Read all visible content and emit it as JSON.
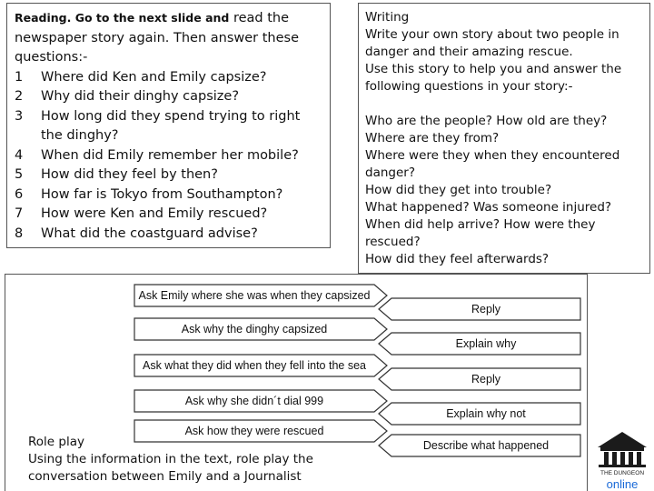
{
  "reading": {
    "heading_bold": "Reading.  Go to the next slide and",
    "heading_rest": " read the",
    "intro": "newspaper story again.  Then answer these questions:-",
    "questions": [
      {
        "num": "1",
        "text": "Where did Ken and Emily capsize?"
      },
      {
        "num": "2",
        "text": "Why did their dinghy capsize?"
      },
      {
        "num": "3",
        "text": "How long did they spend trying to right the dinghy?"
      },
      {
        "num": "4",
        "text": "When did Emily remember her mobile?"
      },
      {
        "num": "5",
        "text": "How did they feel by then?"
      },
      {
        "num": "6",
        "text": "How far is Tokyo from Southampton?"
      },
      {
        "num": "7",
        "text": "How were Ken and Emily rescued?"
      },
      {
        "num": "8",
        "text": "What did the coastguard advise?"
      }
    ]
  },
  "writing": {
    "title": "Writing",
    "intro_lines": [
      "Write your own story about two people in danger and their amazing rescue.",
      "Use this story to help you and answer the following questions in your story:-"
    ],
    "questions": [
      "Who are the people? How old are they? Where are they from?",
      "Where were they when they encountered danger?",
      "How did they get into trouble?",
      "What happened? Was someone injured?",
      "When did help arrive? How were they rescued?",
      "How did they feel afterwards?"
    ]
  },
  "journalist_prompts": [
    "Ask Emily where she was when they capsized",
    "Ask why the dinghy capsized",
    "Ask what they did when they fell into the sea",
    "Ask why she didn´t dial 999",
    "Ask how they were rescued"
  ],
  "emily_responses": [
    "Reply",
    "Explain why",
    "Reply",
    "Explain why not",
    "Describe what happened"
  ],
  "roleplay": {
    "title": "Role play",
    "text": "Using the information in the text, role play the conversation between Emily and a Journalist"
  },
  "logo": {
    "text": "THE DUNGEON",
    "online": "online",
    "icon": "building-icon",
    "color": "#1a6ad8"
  }
}
